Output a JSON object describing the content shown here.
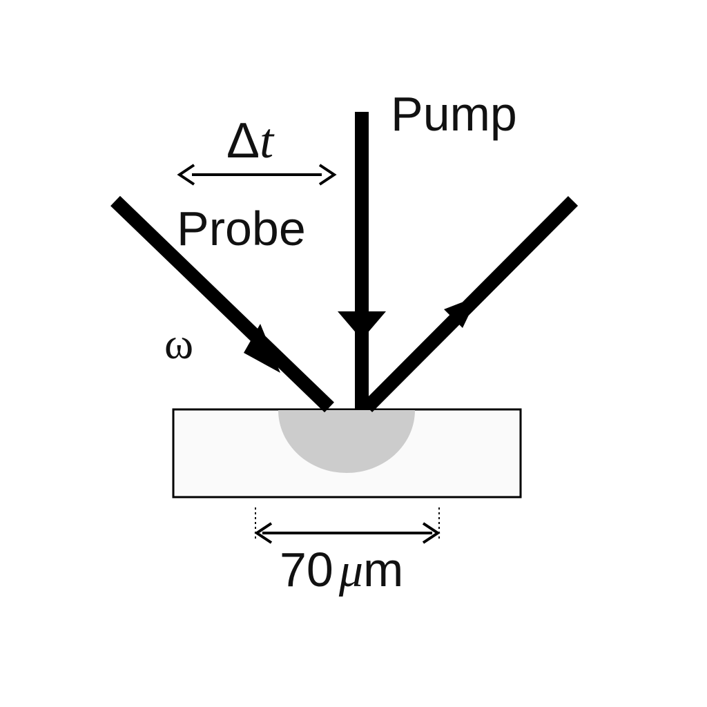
{
  "labels": {
    "pump": "Pump",
    "probe": "Probe",
    "delay_symbol": "Δ",
    "delay_var": "t",
    "frequency": "ω",
    "size_value": "70",
    "size_mu": "μ",
    "size_unit": "m"
  },
  "colors": {
    "beam": "#000000",
    "sample_fill": "#fafafa",
    "sample_border": "#000000",
    "excited_region": "#cccccc"
  }
}
